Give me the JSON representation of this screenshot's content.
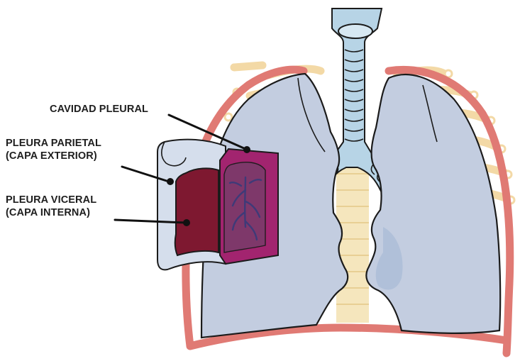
{
  "labels": {
    "cavidad_pleural": "CAVIDAD PLEURAL",
    "pleura_parietal_line1": "PLEURA PARIETAL",
    "pleura_parietal_line2": "(CAPA EXTERIOR)",
    "pleura_viceral_line1": "PLEURA VICERAL",
    "pleura_viceral_line2": "(CAPA INTERNA)"
  },
  "colors": {
    "lung_fill": "#c3cde0",
    "lung_shadow": "#aebfd8",
    "chest_wall": "#e07a74",
    "ribs": "#f3d9a6",
    "trachea": "#b7d4e6",
    "visceral_pleura": "#7e1830",
    "pleural_cavity": "#a2246f",
    "parietal_pleura": "#d5deec",
    "outline": "#1b1b1b"
  }
}
